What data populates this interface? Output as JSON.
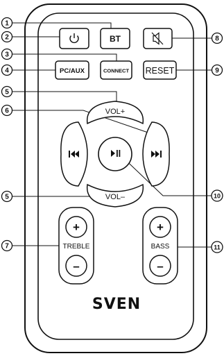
{
  "callouts": [
    "1",
    "2",
    "3",
    "4",
    "5",
    "6",
    "5",
    "7",
    "8",
    "9",
    "10",
    "11"
  ],
  "buttons": {
    "power_icon": "power-icon",
    "bt": "BT",
    "mute_icon": "mute-icon",
    "pc_aux": "PC/AUX",
    "connect": "CONNECT",
    "reset": "RESET",
    "vol_plus": "VOL+",
    "vol_minus": "VOL–",
    "prev_icon": "previous-track-icon",
    "play_pause_icon": "play-pause-icon",
    "next_icon": "next-track-icon",
    "treble_plus": "+",
    "treble_minus": "–",
    "treble_label": "TREBLE",
    "bass_plus": "+",
    "bass_minus": "–",
    "bass_label": "BASS"
  },
  "brand": "SVEN"
}
